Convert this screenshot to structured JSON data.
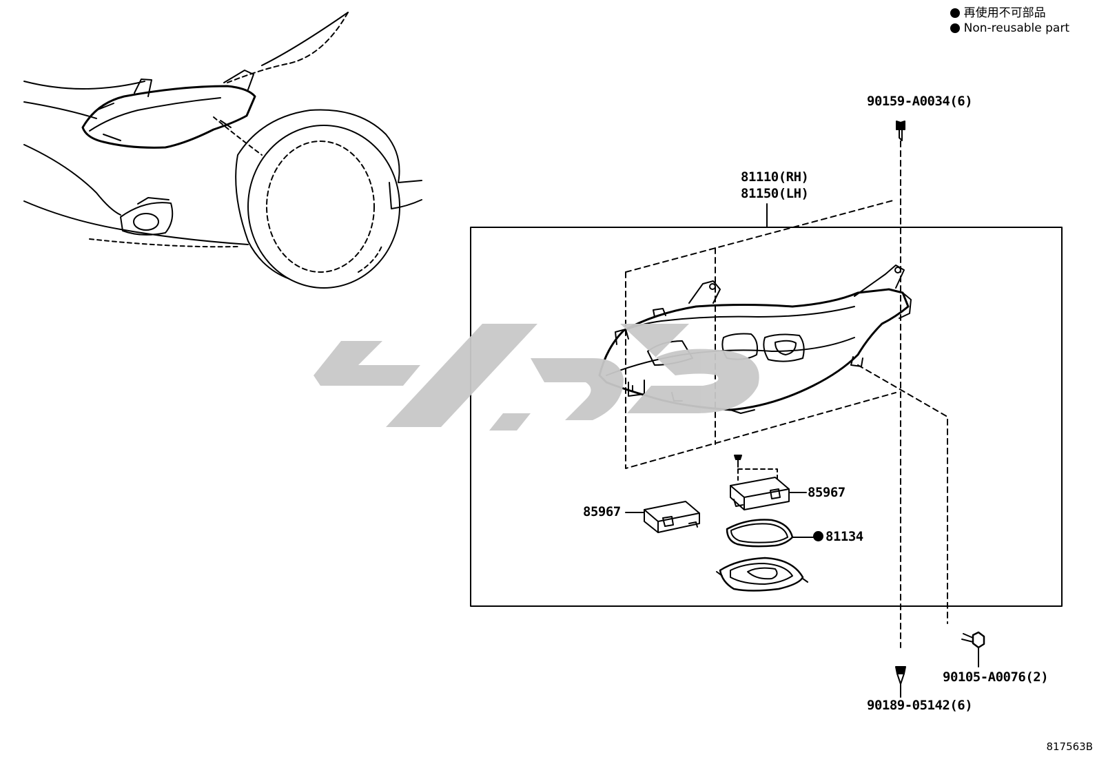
{
  "legend": {
    "line_jp": "再使用不可部品",
    "line_en": "Non-reusable part"
  },
  "parts": {
    "screw_top": "90159-A0034(6)",
    "headlamp_rh": "81110(RH)",
    "headlamp_lh": "81150(LH)",
    "computer_right": "85967",
    "computer_left": "85967",
    "gasket": "81134",
    "clip_bottom": "90189-05142(6)",
    "bolt_right": "90105-A0076(2)"
  },
  "diagram_code": "817563B",
  "watermark_color": "#c8c8c8"
}
